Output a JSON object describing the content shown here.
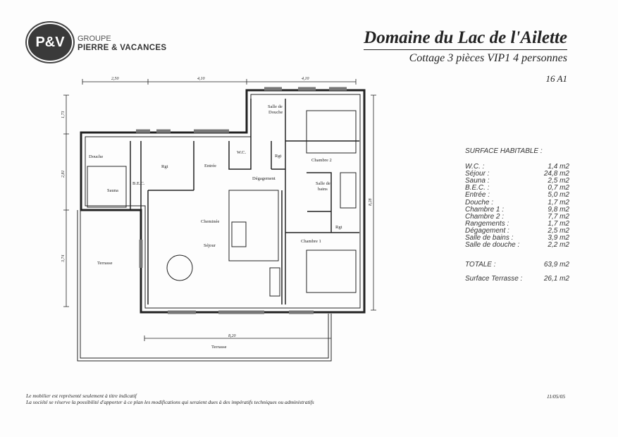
{
  "logo": {
    "mark": "P&V",
    "line1": "GROUPE",
    "line2": "PIERRE & VACANCES"
  },
  "header": {
    "title": "Domaine du Lac de l'Ailette",
    "subtitle": "Cottage 3 pièces VIP1 4 personnes",
    "reference": "16 A1"
  },
  "surface": {
    "heading": "SURFACE HABITABLE :",
    "items": [
      {
        "label": "W.C. :",
        "value": "1,4 m2"
      },
      {
        "label": "Séjour :",
        "value": "24,8 m2"
      },
      {
        "label": "Sauna :",
        "value": "2,5 m2"
      },
      {
        "label": "B.E.C. :",
        "value": "0,7 m2"
      },
      {
        "label": "Entrée :",
        "value": "5,0 m2"
      },
      {
        "label": "Douche :",
        "value": "1,7 m2"
      },
      {
        "label": "Chambre 1 :",
        "value": "9,8 m2"
      },
      {
        "label": "Chambre 2 :",
        "value": "7,7 m2"
      },
      {
        "label": "Rangements :",
        "value": "1,7 m2"
      },
      {
        "label": "Dégagement :",
        "value": "2,5 m2"
      },
      {
        "label": "Salle de bains :",
        "value": "3,9 m2"
      },
      {
        "label": "Salle de douche :",
        "value": "2,2 m2"
      }
    ],
    "total_label": "TOTALE :",
    "total_value": "63,9 m2",
    "terrace_label": "Surface Terrasse :",
    "terrace_value": "26,1 m2"
  },
  "plan": {
    "rooms": {
      "salle_douche_1": "Salle de",
      "salle_douche_2": "Douche",
      "wc": "W.C.",
      "rgt1": "Rgt",
      "chambre2": "Chambre 2",
      "douche": "Douche",
      "rgt2": "Rgt",
      "entree": "Entrée",
      "degagement": "Dégagement",
      "sdb1": "Salle de",
      "sdb2": "bains",
      "sauna": "Sauna",
      "bec": "B.E.C.",
      "cheminee": "Cheminée",
      "rgt3": "Rgt",
      "sejour": "Séjour",
      "chambre1": "Chambre 1",
      "terrasse1": "Terrasse",
      "terrasse2": "Terrasse"
    },
    "dimensions": {
      "top1": "2,50",
      "top2": "4,10",
      "top3": "4,10",
      "left1": "1,73",
      "left2": "2,81",
      "left3": "3,74",
      "right": "8,28",
      "bottom": "8,20"
    }
  },
  "notes": {
    "line1": "Le mobilier est représenté seulement à titre indicatif",
    "line2": "La société se réserve la possibilité d'apporter à ce plan les modifications qui seraient dues à des impératifs techniques ou administratifs"
  },
  "date": "11/05/05"
}
